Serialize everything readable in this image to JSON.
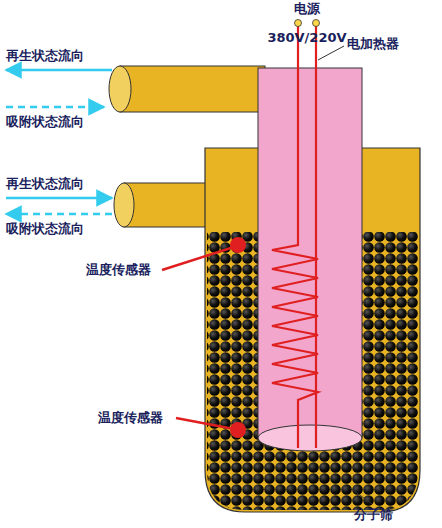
{
  "diagram": {
    "labels": [
      "电源",
      "380V/220V",
      "电加热器",
      "再生状态流向",
      "吸附状态流向",
      "再生状态流向",
      "吸附状态流向",
      "温度传感器",
      "温度传感器",
      "分子筛"
    ]
  }
}
